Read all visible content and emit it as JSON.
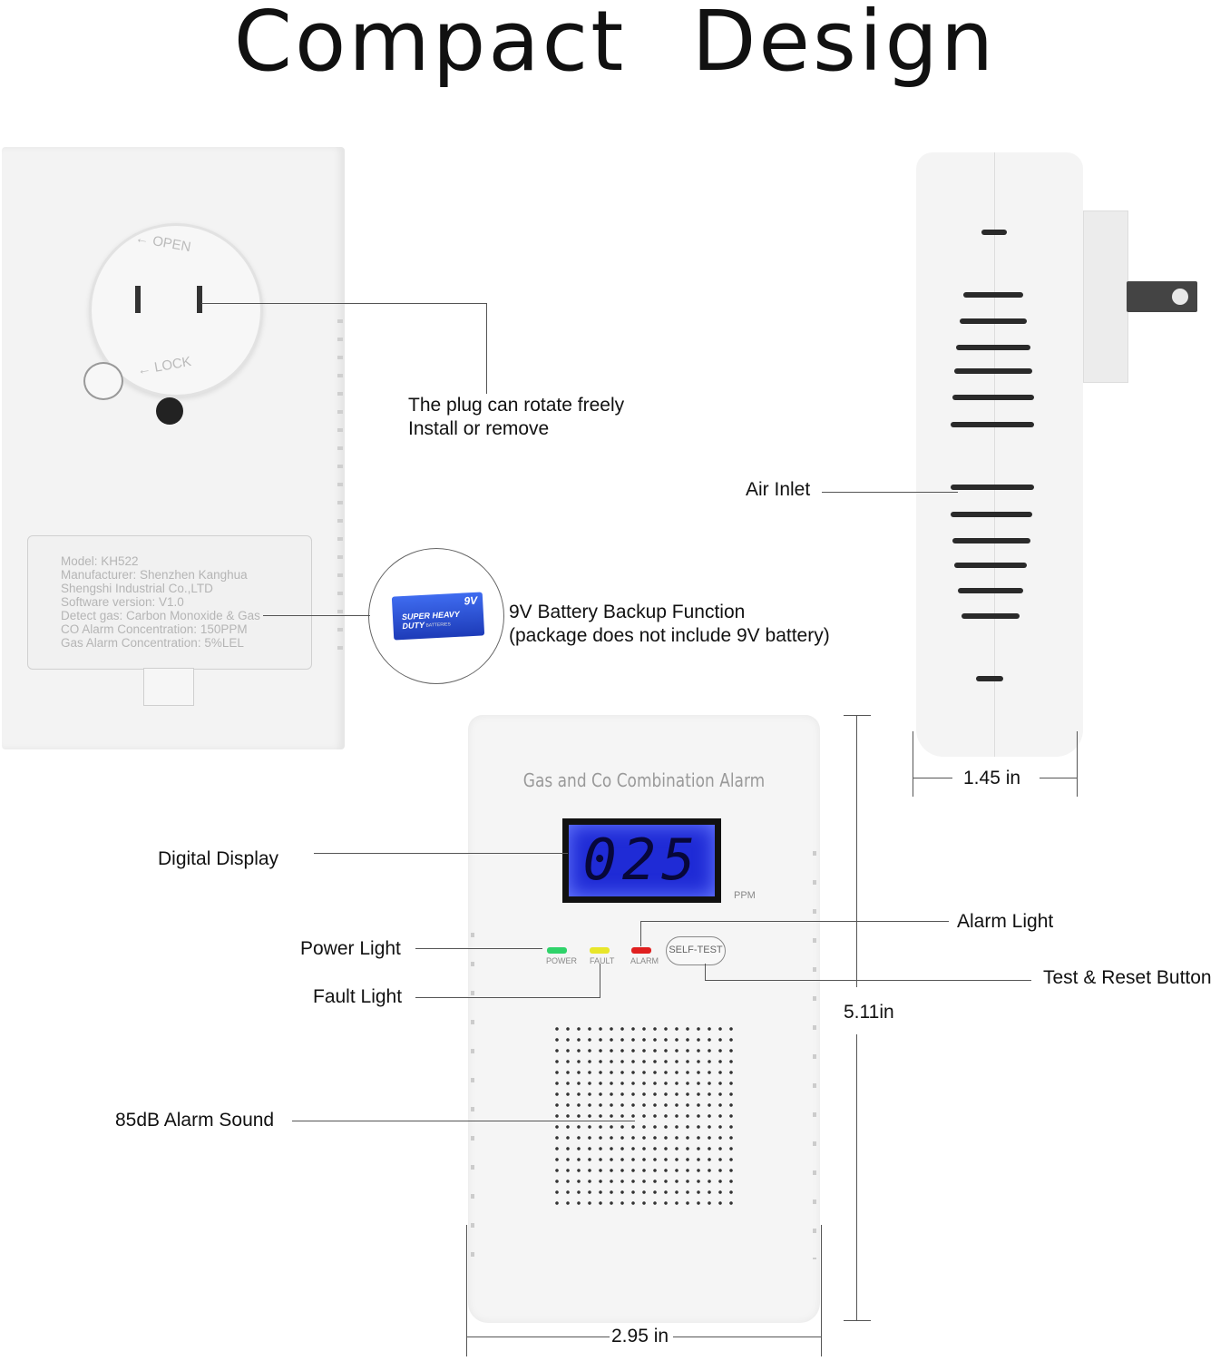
{
  "title": "Compact Design",
  "back_panel": {
    "dial_open": "← OPEN",
    "dial_lock": "← LOCK",
    "label_lines": [
      "Model: KH522",
      "Manufacturer: Shenzhen Kanghua",
      "Shengshi Industrial Co.,LTD",
      "Software version: V1.0",
      "Detect gas: Carbon Monoxide & Gas",
      "CO Alarm Concentration: 150PPM",
      "Gas Alarm Concentration: 5%LEL"
    ]
  },
  "battery": {
    "voltage": "9V",
    "brand": "SUPER HEAVY DUTY",
    "sub": "BATTERIES"
  },
  "front_panel": {
    "product_name": "Gas and Co Combination Alarm",
    "display_value": "025",
    "unit": "PPM",
    "led_labels": [
      "POWER",
      "FAULT",
      "ALARM"
    ],
    "button_label": "SELF-TEST"
  },
  "callouts": {
    "plug_line1": "The plug can rotate freely",
    "plug_line2": "Install or remove",
    "air_inlet": "Air Inlet",
    "battery_line1": "9V Battery Backup Function",
    "battery_line2": "(package does not include 9V battery)",
    "digital_display": "Digital Display",
    "alarm_light": "Alarm Light",
    "power_light": "Power Light",
    "test_reset": "Test & Reset Button",
    "fault_light": "Fault Light",
    "alarm_sound": "85dB Alarm Sound"
  },
  "dimensions": {
    "depth": "1.45 in",
    "height": "5.11in",
    "width": "2.95 in"
  },
  "colors": {
    "lcd": "#1f2bd6",
    "power_led": "#2fd36a",
    "fault_led": "#e8e62a",
    "alarm_led": "#e02020"
  }
}
